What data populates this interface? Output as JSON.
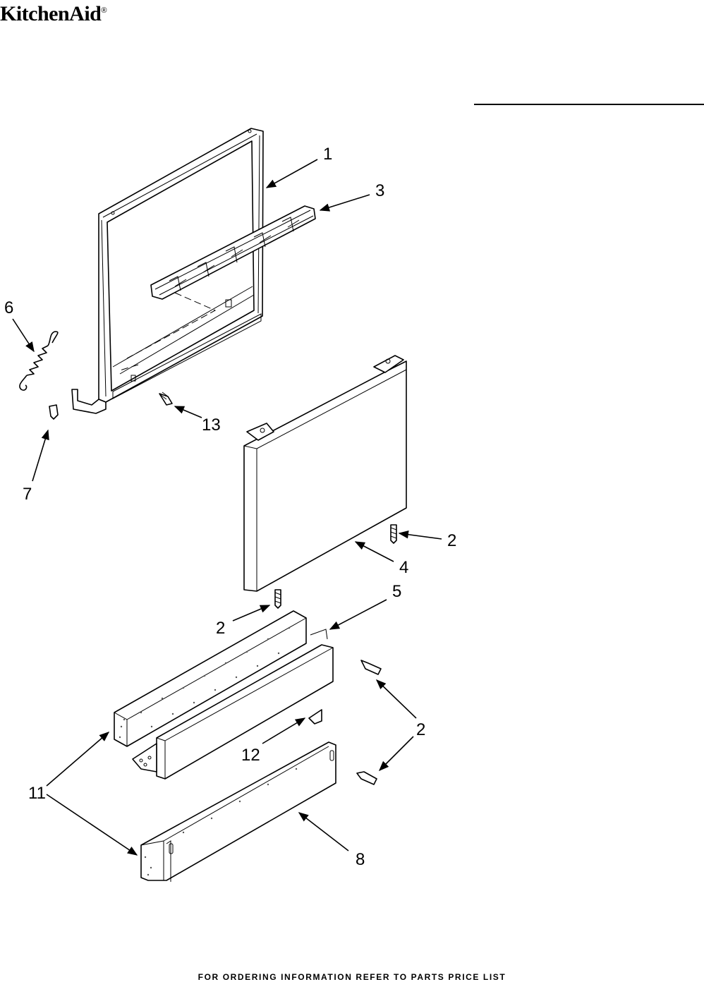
{
  "header": {
    "brand": "KitchenAid",
    "brand_mark": "®"
  },
  "footer": {
    "text": "FOR ORDERING INFORMATION REFER TO PARTS PRICE LIST"
  },
  "callouts": [
    {
      "id": "c1",
      "number": "1"
    },
    {
      "id": "c3",
      "number": "3"
    },
    {
      "id": "c6",
      "number": "6"
    },
    {
      "id": "c13",
      "number": "13"
    },
    {
      "id": "c7",
      "number": "7"
    },
    {
      "id": "c2a",
      "number": "2"
    },
    {
      "id": "c4",
      "number": "4"
    },
    {
      "id": "c5",
      "number": "5"
    },
    {
      "id": "c2b",
      "number": "2"
    },
    {
      "id": "c2c",
      "number": "2"
    },
    {
      "id": "c12",
      "number": "12"
    },
    {
      "id": "c11",
      "number": "11"
    },
    {
      "id": "c8",
      "number": "8"
    }
  ]
}
